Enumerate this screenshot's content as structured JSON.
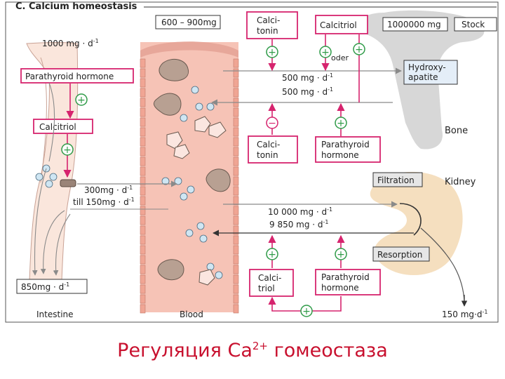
{
  "title": "C. Calcium homeostasis",
  "caption": {
    "before": "Регуляция Ca",
    "sup": "2+",
    "after": " гомеостаза"
  },
  "colors": {
    "magenta": "#d6246e",
    "green": "#2f9b48",
    "blood": "#f6c3b6",
    "bone": "#d7d7d7",
    "kidney": "#f5dfbf",
    "gray_arrow": "#8a8a8a"
  },
  "labels": {
    "plasma": "600 – 900mg",
    "calcitonin_top_1": "Calci-",
    "calcitonin_top_2": "tonin",
    "calcitriol_top": "Calcitriol",
    "stock_amount": "1000000 mg",
    "stock": "Stock",
    "oder": "oder",
    "intake": "1000 mg · d",
    "pth_left": "Parathyroid hormone",
    "calcitriol_left": "Calcitriol",
    "hydroxyapatite_1": "Hydroxy-",
    "hydroxyapatite_2": "apatite",
    "bone_in": "500 mg · d",
    "bone_out": "500 mg · d",
    "bone": "Bone",
    "calcitonin_mid_1": "Calci-",
    "calcitonin_mid_2": "tonin",
    "pth_mid_1": "Parathyroid",
    "pth_mid_2": "hormone",
    "filtration": "Filtration",
    "kidney": "Kidney",
    "absorb_1": "300mg · d",
    "absorb_2": "till 150mg · d",
    "filtered": "10 000 mg · d",
    "reabsorbed": "9 850 mg · d",
    "resorption": "Resorption",
    "calcitriol_bot_1": "Calci-",
    "calcitriol_bot_2": "triol",
    "pth_bot_1": "Parathyroid",
    "pth_bot_2": "hormone",
    "feces": "850mg · d",
    "urine": "150 mg·d",
    "exp": "-1",
    "intestine": "Intestine",
    "blood": "Blood"
  },
  "signs": {
    "plus": "+",
    "minus": "−"
  }
}
